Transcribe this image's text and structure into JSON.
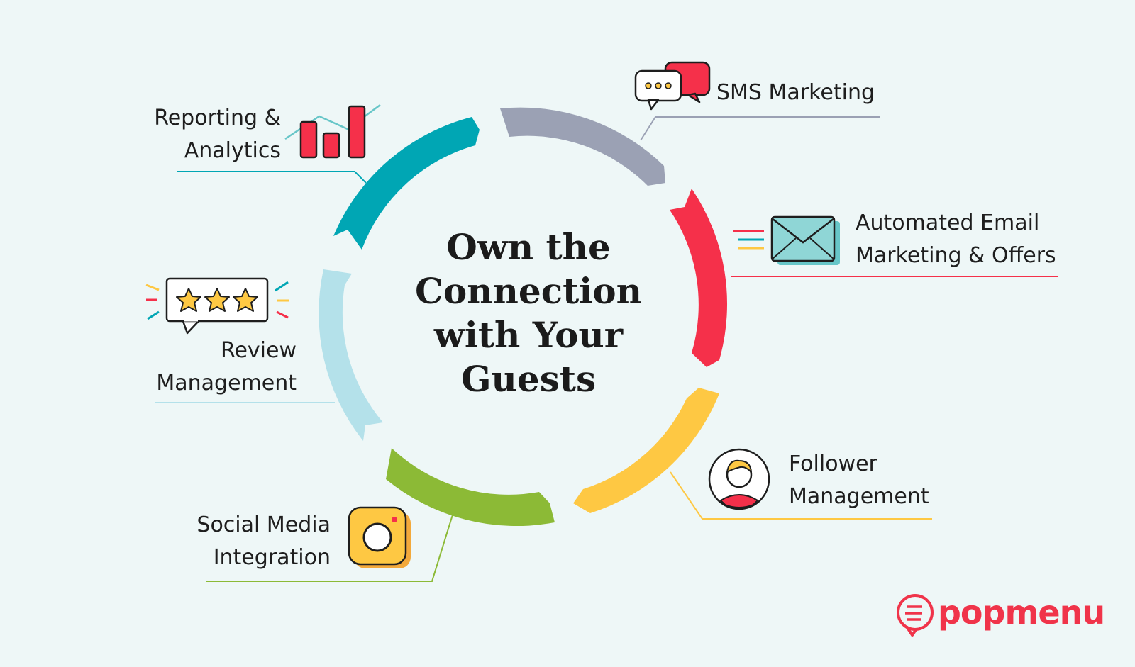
{
  "title_lines": [
    "Own the",
    "Connection",
    "with Your",
    "Guests"
  ],
  "features": {
    "sms": {
      "lines": [
        "SMS Marketing"
      ]
    },
    "email": {
      "lines": [
        "Automated Email",
        "Marketing & Offers"
      ]
    },
    "follower": {
      "lines": [
        "Follower",
        "Management"
      ]
    },
    "social": {
      "lines": [
        "Social Media",
        "Integration"
      ]
    },
    "review": {
      "lines": [
        "Review",
        "Management"
      ]
    },
    "reporting": {
      "lines": [
        "Reporting &",
        "Analytics"
      ]
    }
  },
  "icons": {
    "sms": "chat-bubbles-icon",
    "email": "envelope-icon",
    "follower": "user-avatar-icon",
    "social": "instagram-camera-icon",
    "review": "star-rating-icon",
    "reporting": "bar-chart-icon",
    "brand": "popmenu-logo-icon"
  },
  "colors": {
    "sms": "#9ba1b4",
    "email": "#f5304a",
    "follower": "#fec843",
    "social": "#8cba36",
    "review": "#b4e1ea",
    "reporting": "#00a6b4",
    "brand": "#f0344a",
    "background": "#eef7f7"
  },
  "brand": {
    "name": "popmenu"
  }
}
